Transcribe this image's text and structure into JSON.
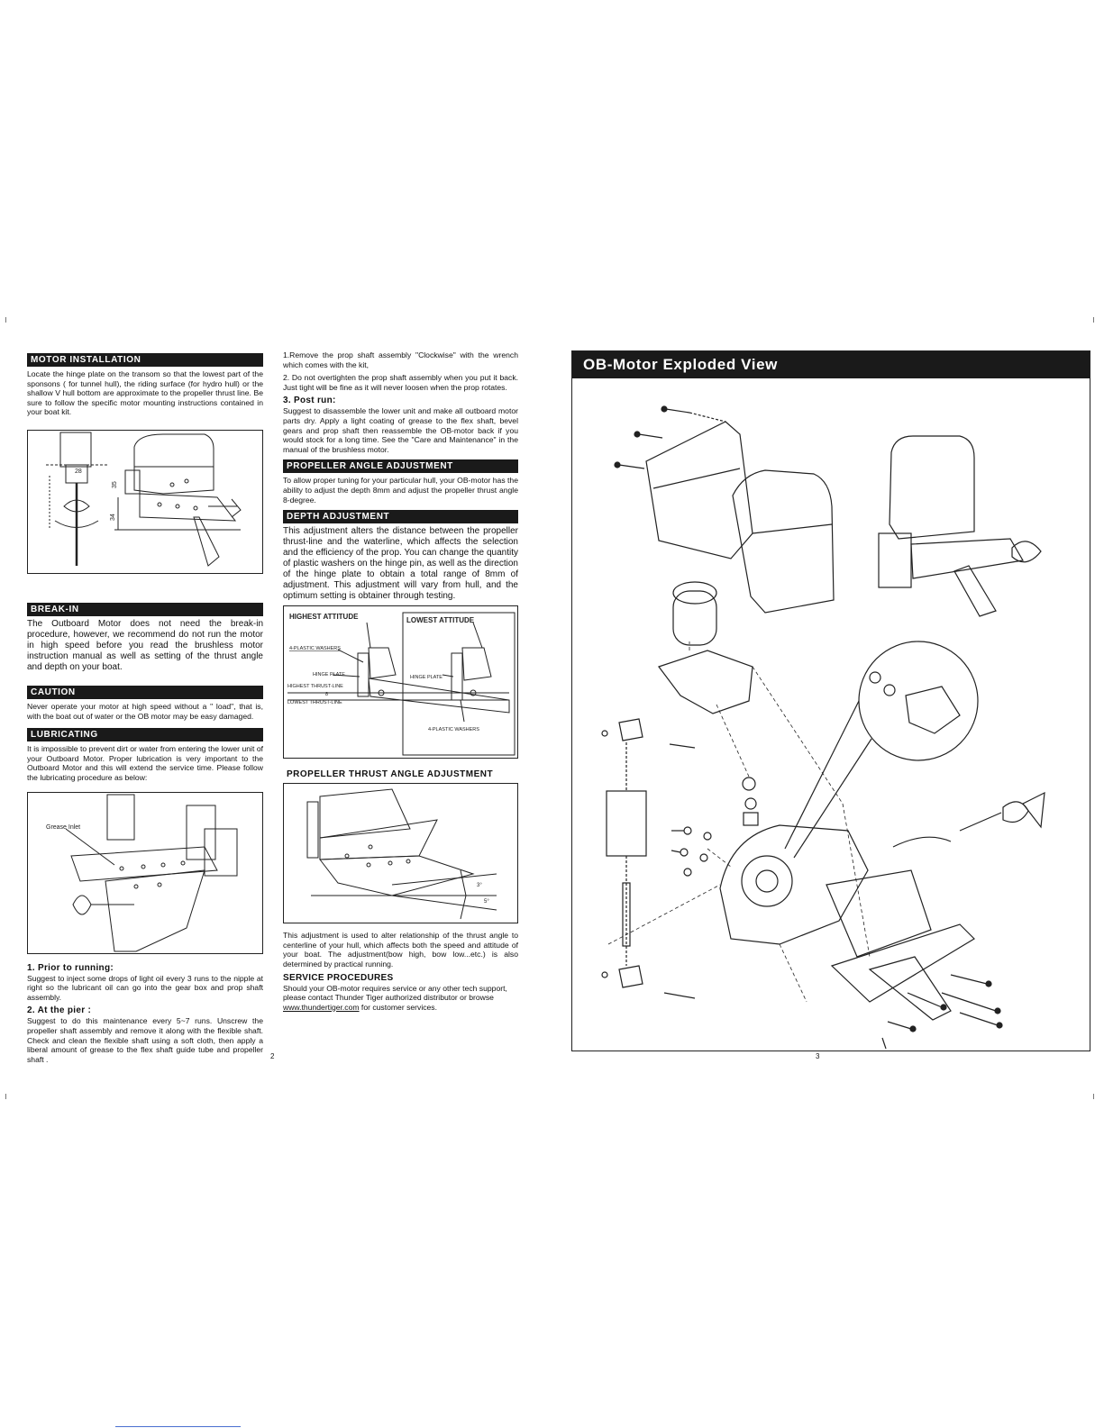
{
  "left_page": {
    "motor_installation": {
      "heading": "MOTOR INSTALLATION",
      "text": "Locate the hinge plate on the transom so that the lowest part of the sponsons ( for tunnel hull), the riding surface (for hydro hull) or the shallow V hull bottom are approximate to the propeller thrust line.  Be sure to follow the specific motor mounting instructions contained in your boat kit.",
      "fig_labels": [
        "28",
        "35",
        "34"
      ]
    },
    "break_in": {
      "heading": "BREAK-IN",
      "text": "The Outboard Motor does not need the break-in procedure, however, we recommend do not run the motor in high speed before you read the brushless motor instruction manual as well as setting of the thrust angle and depth on your boat."
    },
    "caution": {
      "heading": "CAUTION",
      "text": "Never operate your motor at high speed without a \" load\", that is, with the boat out of water or the OB motor may be easy damaged."
    },
    "lubricating": {
      "heading": "LUBRICATING",
      "text": "It is impossible to prevent dirt or water from entering the lower unit of your Outboard Motor.  Proper lubrication is very important to the Outboard Motor and this will extend the service time.  Please follow the lubricating procedure as below:",
      "fig_label": "Grease Inlet"
    },
    "prior_to_running": {
      "heading": "1. Prior to running:",
      "text": "Suggest to inject some drops of light oil every 3 runs to the nipple at right so the lubricant oil can go into the gear box and prop shaft assembly."
    },
    "at_the_pier": {
      "heading": "2. At the pier :",
      "text": " Suggest to do this maintenance every  5~7 runs. Unscrew the propeller shaft assembly and remove it along with the flexible shaft. Check and clean the flexible shaft using a soft cloth, then apply a liberal amount of grease to the flex shaft guide tube and propeller shaft  ."
    },
    "page_number": "2"
  },
  "middle": {
    "step1": "1.Remove the prop shaft assembly \"Clockwise\" with  the wrench which comes with the kit,",
    "step2": "2. Do not overtighten the prop shaft assembly when you put it back. Just tight will be fine as it will never loosen when the prop rotates.",
    "post_run": {
      "heading": "3. Post run:",
      "text": "Suggest to disassemble the lower unit and make all outboard motor parts dry. Apply a light coating of grease to the flex shaft, bevel gears and prop shaft then reassemble the OB-motor back if you would stock for a long time. See the \"Care and Maintenance\" in the manual of the brushless motor."
    },
    "propeller_angle": {
      "heading": "PROPELLER  ANGLE ADJUSTMENT",
      "text": "To allow proper tuning for your particular hull, your OB-motor has the ability to adjust the depth 8mm and adjust the propeller thrust angle 8-degree."
    },
    "depth": {
      "heading": "DEPTH ADJUSTMENT",
      "text": "This adjustment alters the distance between the propeller thrust-line and the waterline, which affects the selection and the efficiency of the prop.  You can change the quantity of plastic washers on the hinge pin, as well as the direction of the hinge plate to obtain a total range of 8mm of adjustment.  This adjustment will vary from hull, and the optimum setting is obtainer through testing."
    },
    "depth_fig": {
      "highest": "HIGHEST ATTITUDE",
      "lowest": "LOWEST ATTITUDE",
      "washers_top": "4-PLASTIC WASHERS",
      "hinge_left": "HINGE PLATE",
      "highest_line": "HIGHEST THRUST-LINE",
      "lowest_line": "LOWEST  THRUST-LINE",
      "dim": "8",
      "hinge_right": "HINGE PLATE",
      "washers_bottom": "4-PLASTIC WASHERS"
    },
    "thrust": {
      "heading": "PROPELLER THRUST ANGLE ADJUSTMENT",
      "text": "This adjustment is used to alter relationship of the thrust angle to centerline of your hull,  which affects both the speed and attitude of your boat. The adjustment(bow high, bow low...etc.) is also determined by practical running.",
      "angle_top": "3°",
      "angle_bottom": "5°"
    },
    "service": {
      "heading": "SERVICE PROCEDURES",
      "text_before": "Should your OB-motor requires service or any other tech support, please contact Thunder Tiger authorized distributor or browse ",
      "link": "www.thundertiger.com",
      "text_after": " for customer services."
    }
  },
  "right_page": {
    "title": "OB-Motor Exploded View",
    "page_number": "3"
  }
}
